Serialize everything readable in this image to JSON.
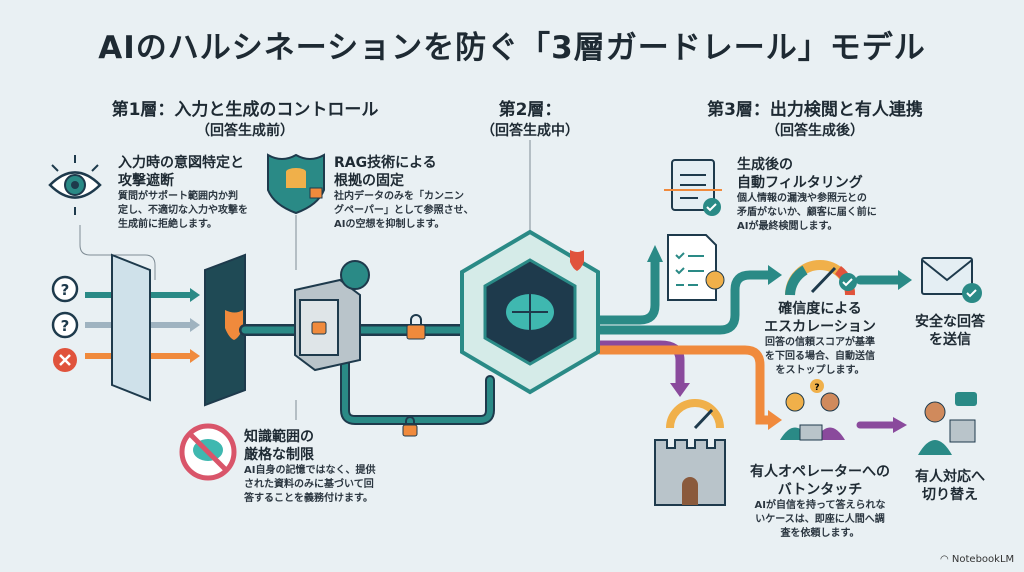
{
  "title": "AIのハルシネーションを防ぐ「3層ガードレール」モデル",
  "layers": [
    {
      "heading": "第1層：入力と生成のコントロール",
      "sub": "（回答生成前）"
    },
    {
      "heading": "第2層：",
      "sub": "（回答生成中）"
    },
    {
      "heading": "第3層：出力検閲と有人連携",
      "sub": "（回答生成後）"
    }
  ],
  "items": {
    "intent": {
      "title1": "入力時の意図特定と",
      "title2": "攻撃遮断",
      "desc": [
        "質問がサポート範囲内か判",
        "定し、不適切な入力や攻撃を",
        "生成前に拒絶します。"
      ]
    },
    "rag": {
      "title1": "RAG技術による",
      "title2": "根拠の固定",
      "desc": [
        "社内データのみを「カンニン",
        "グペーパー」として参照させ、",
        "AIの空想を抑制します。"
      ]
    },
    "knowledge": {
      "title1": "知識範囲の",
      "title2": "厳格な制限",
      "desc": [
        "AI自身の記憶ではなく、提供",
        "された資料のみに基づいて回",
        "答することを義務付けます。"
      ]
    },
    "filter": {
      "title1": "生成後の",
      "title2": "自動フィルタリング",
      "desc": [
        "個人情報の漏洩や参照元との",
        "矛盾がないか、顧客に届く前に",
        "AIが最終検閲します。"
      ]
    },
    "confidence": {
      "title1": "確信度による",
      "title2": "エスカレーション",
      "desc": [
        "回答の信頼スコアが基準",
        "を下回る場合、自動送信",
        "をストップします。"
      ]
    },
    "safe": {
      "title1": "安全な回答",
      "title2": "を送信"
    },
    "operator": {
      "title1": "有人オペレーターへの",
      "title2": "バトンタッチ",
      "desc": [
        "AIが自信を持って答えられな",
        "いケースは、即座に人間へ調",
        "査を依頼します。"
      ]
    },
    "human": {
      "title1": "有人対応へ",
      "title2": "切り替え"
    }
  },
  "brand": "NotebookLM",
  "colors": {
    "teal": "#2a8a86",
    "orange": "#f08a3c",
    "purple": "#8a4a9c",
    "navy": "#1e3a4c",
    "red": "#e0533c"
  }
}
